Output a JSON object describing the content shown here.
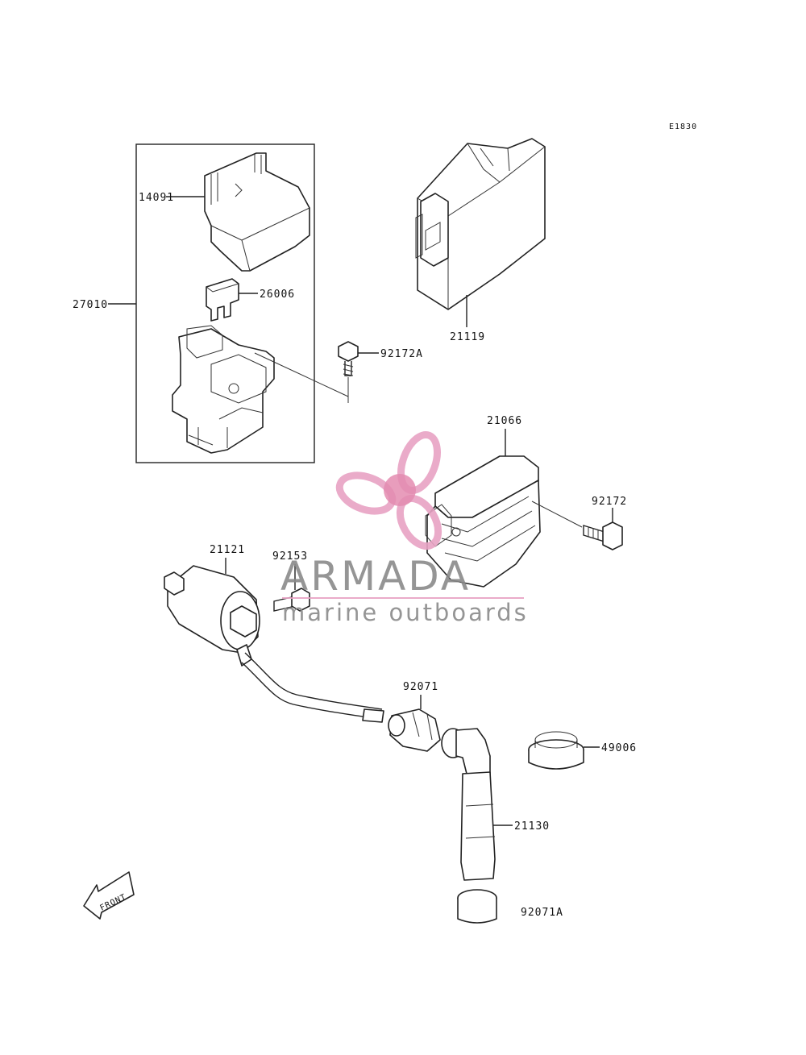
{
  "diagram_code": "E1830",
  "parts": {
    "p14091": "14091",
    "p27010": "27010",
    "p26006": "26006",
    "p21119": "21119",
    "p92172A": "92172A",
    "p21066": "21066",
    "p92172": "92172",
    "p21121": "21121",
    "p92153": "92153",
    "p92071": "92071",
    "p49006": "49006",
    "p21130": "21130",
    "p92071A": "92071A"
  },
  "front_arrow_label": "FRONT",
  "watermark": {
    "title": "ARMADA",
    "subtitle": "marine outboards",
    "title_color": "#8a8a8a",
    "accent_color": "#e8a3c4",
    "hub_color": "#e07fa8"
  }
}
